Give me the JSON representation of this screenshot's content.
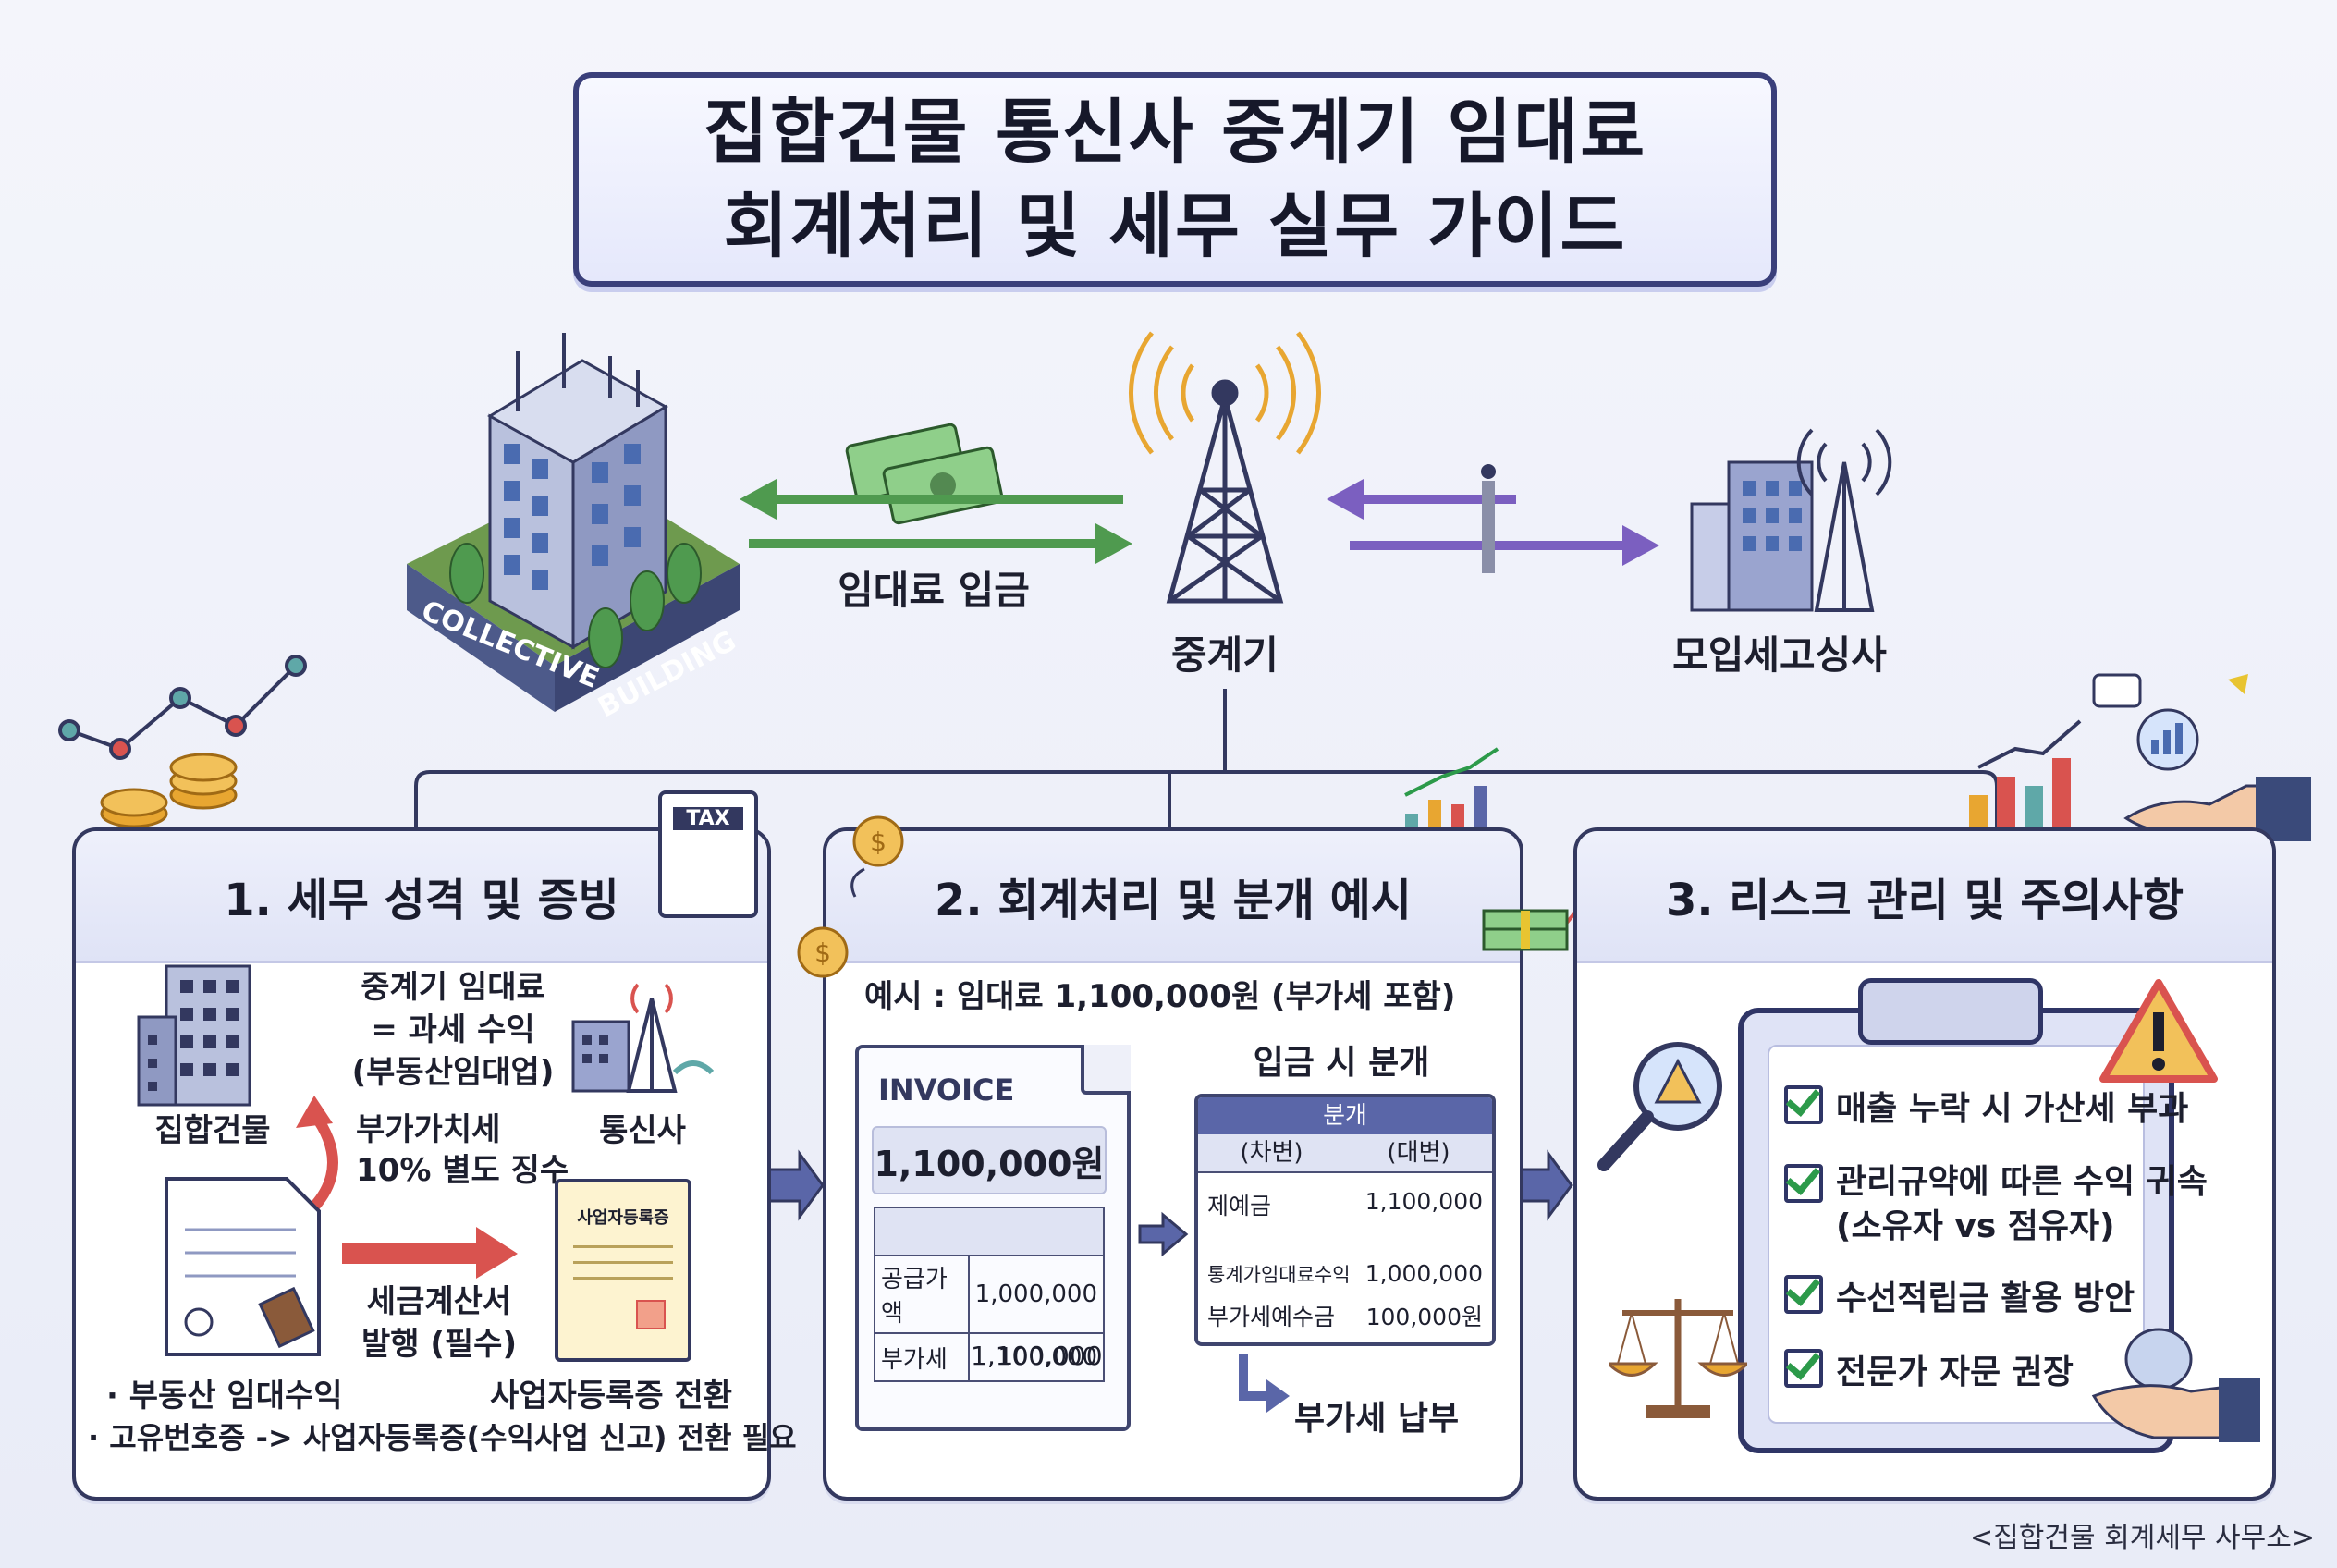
{
  "title": {
    "line1": "집합건물 통신사 중계기 임대료",
    "line2": "회계처리 및 세무 실무 가이드"
  },
  "top_diagram": {
    "building_sign_left": "COLLECTIVE",
    "building_sign_right": "BUILDING",
    "rent_flow_label": "임대료 입금",
    "repeater_label": "중계기",
    "telecom_label": "모입세고싱사"
  },
  "panel1": {
    "heading": "1. 세무 성격 및 증빙",
    "clipboard_tag": "TAX",
    "center_text": [
      "중계기 임대료",
      "= 과세 수익",
      "(부동산임대업)"
    ],
    "left_label": "집합건물",
    "right_label": "통신사",
    "vat_text": [
      "부가가치세",
      "10% 별도 징수"
    ],
    "invoice_text": [
      "세금계산서",
      "발행 (필수)"
    ],
    "registration_doc": "사업자등록증",
    "registration_convert": "사업자등록증 전환",
    "bullets": [
      "· 부동산 임대수익",
      "· 고유번호증 -> 사업자등록증(수익사업 신고) 전환 필요"
    ]
  },
  "panel2": {
    "heading": "2. 회계처리 및 분개 예시",
    "example": "예시 : 임대료 1,100,000원 (부가세 포함)",
    "invoice_title": "INVOICE",
    "invoice_amount": "1,100,000원",
    "invoice_rows": [
      {
        "label": "공급가액",
        "value": "1,000,000"
      },
      {
        "label": "부가세",
        "value": "100,000"
      }
    ],
    "invoice_total": "1,100,000",
    "journal_title": "입금 시 분개",
    "journal_header": "분개",
    "debit_header": "(차변)",
    "credit_header": "(대변)",
    "journal_rows": [
      {
        "left": "제예금",
        "right": "1,100,000"
      },
      {
        "left": "통계가임대료수익",
        "right": "1,000,000"
      },
      {
        "left": "부가세예수금",
        "right": "100,000원"
      }
    ],
    "vat_payment": "부가세 납부"
  },
  "panel3": {
    "heading": "3. 리스크 관리 및 주의사항",
    "checklist": [
      "매출 누락 시 가산세 부과",
      "관리규약에 따른 수익 귀속\n(소유자 vs 점유자)",
      "수선적립금 활용 방안",
      "전문가 자문 권장"
    ]
  },
  "footer": "<집합건물 회계세무 사무소>",
  "colors": {
    "navy": "#33385f",
    "green_arrow": "#4f9a4f",
    "purple_arrow": "#7b5fc0",
    "red_arrow": "#d9534f",
    "accent_blue": "#5a66a8"
  }
}
